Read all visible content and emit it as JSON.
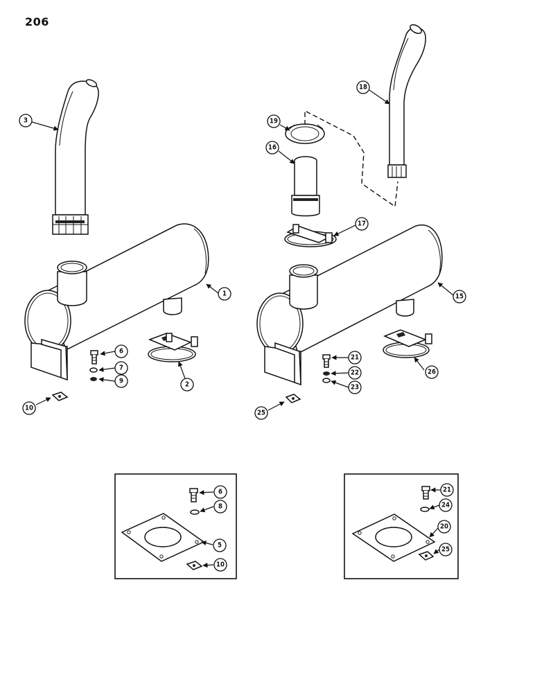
{
  "page_number": "206",
  "callouts": [
    "1",
    "2",
    "3",
    "5",
    "6",
    "7",
    "8",
    "9",
    "10",
    "15",
    "16",
    "17",
    "18",
    "19",
    "20",
    "21",
    "22",
    "23",
    "24",
    "25",
    "26"
  ],
  "inset_left": {
    "callouts": [
      "6",
      "8",
      "5",
      "10"
    ]
  },
  "inset_right": {
    "callouts": [
      "21",
      "24",
      "20",
      "25"
    ]
  }
}
